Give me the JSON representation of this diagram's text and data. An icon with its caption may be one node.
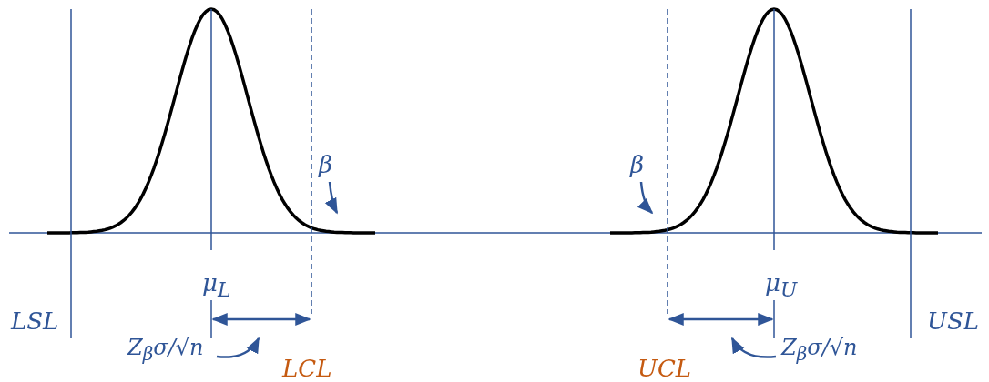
{
  "diagram": {
    "nodes": [
      {
        "text": [
          "β"
        ]
      },
      {
        "text": [
          "β"
        ]
      },
      {
        "text": [
          "Z$_{β}$σ/√n"
        ]
      },
      {
        "text": [
          "Z$_{β}$σ/√n"
        ]
      }
    ],
    "edges": [
      {
        "from": 0,
        "to": null,
        "arrow": "to"
      },
      {
        "from": 1,
        "to": null,
        "arrow": "to"
      },
      {
        "from": 2,
        "to": null,
        "arrow": "to"
      },
      {
        "from": 3,
        "to": null,
        "arrow": "to"
      }
    ],
    "labels": [
      "μ$_{L}$",
      "μ$_{U}$",
      "LSL",
      "USL",
      "LCL",
      "UCL"
    ]
  }
}
